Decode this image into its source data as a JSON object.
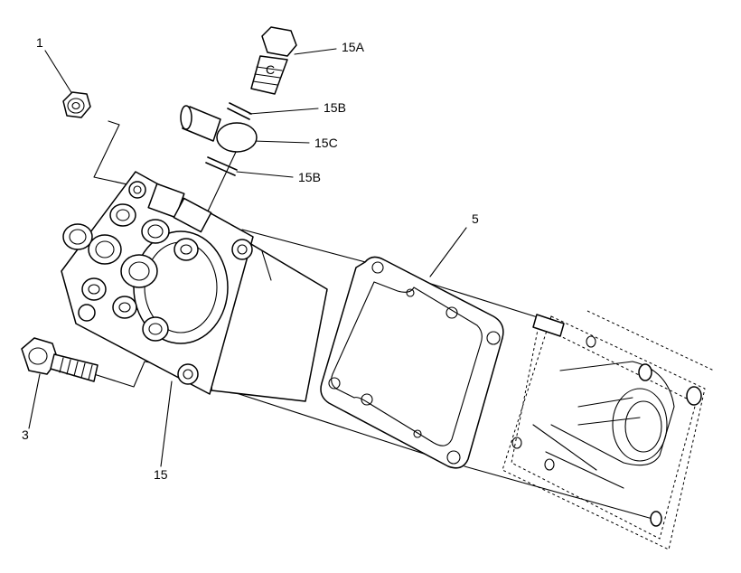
{
  "callouts": [
    {
      "id": "1",
      "text": "1"
    },
    {
      "id": "15A",
      "text": "15A"
    },
    {
      "id": "15B_top",
      "text": "15B"
    },
    {
      "id": "15C",
      "text": "15C"
    },
    {
      "id": "15B_bottom",
      "text": "15B"
    },
    {
      "id": "5",
      "text": "5"
    },
    {
      "id": "3",
      "text": "3"
    },
    {
      "id": "15",
      "text": "15"
    }
  ],
  "fitting_marking": "C",
  "colors": {
    "line": "#000000",
    "background": "#ffffff"
  }
}
